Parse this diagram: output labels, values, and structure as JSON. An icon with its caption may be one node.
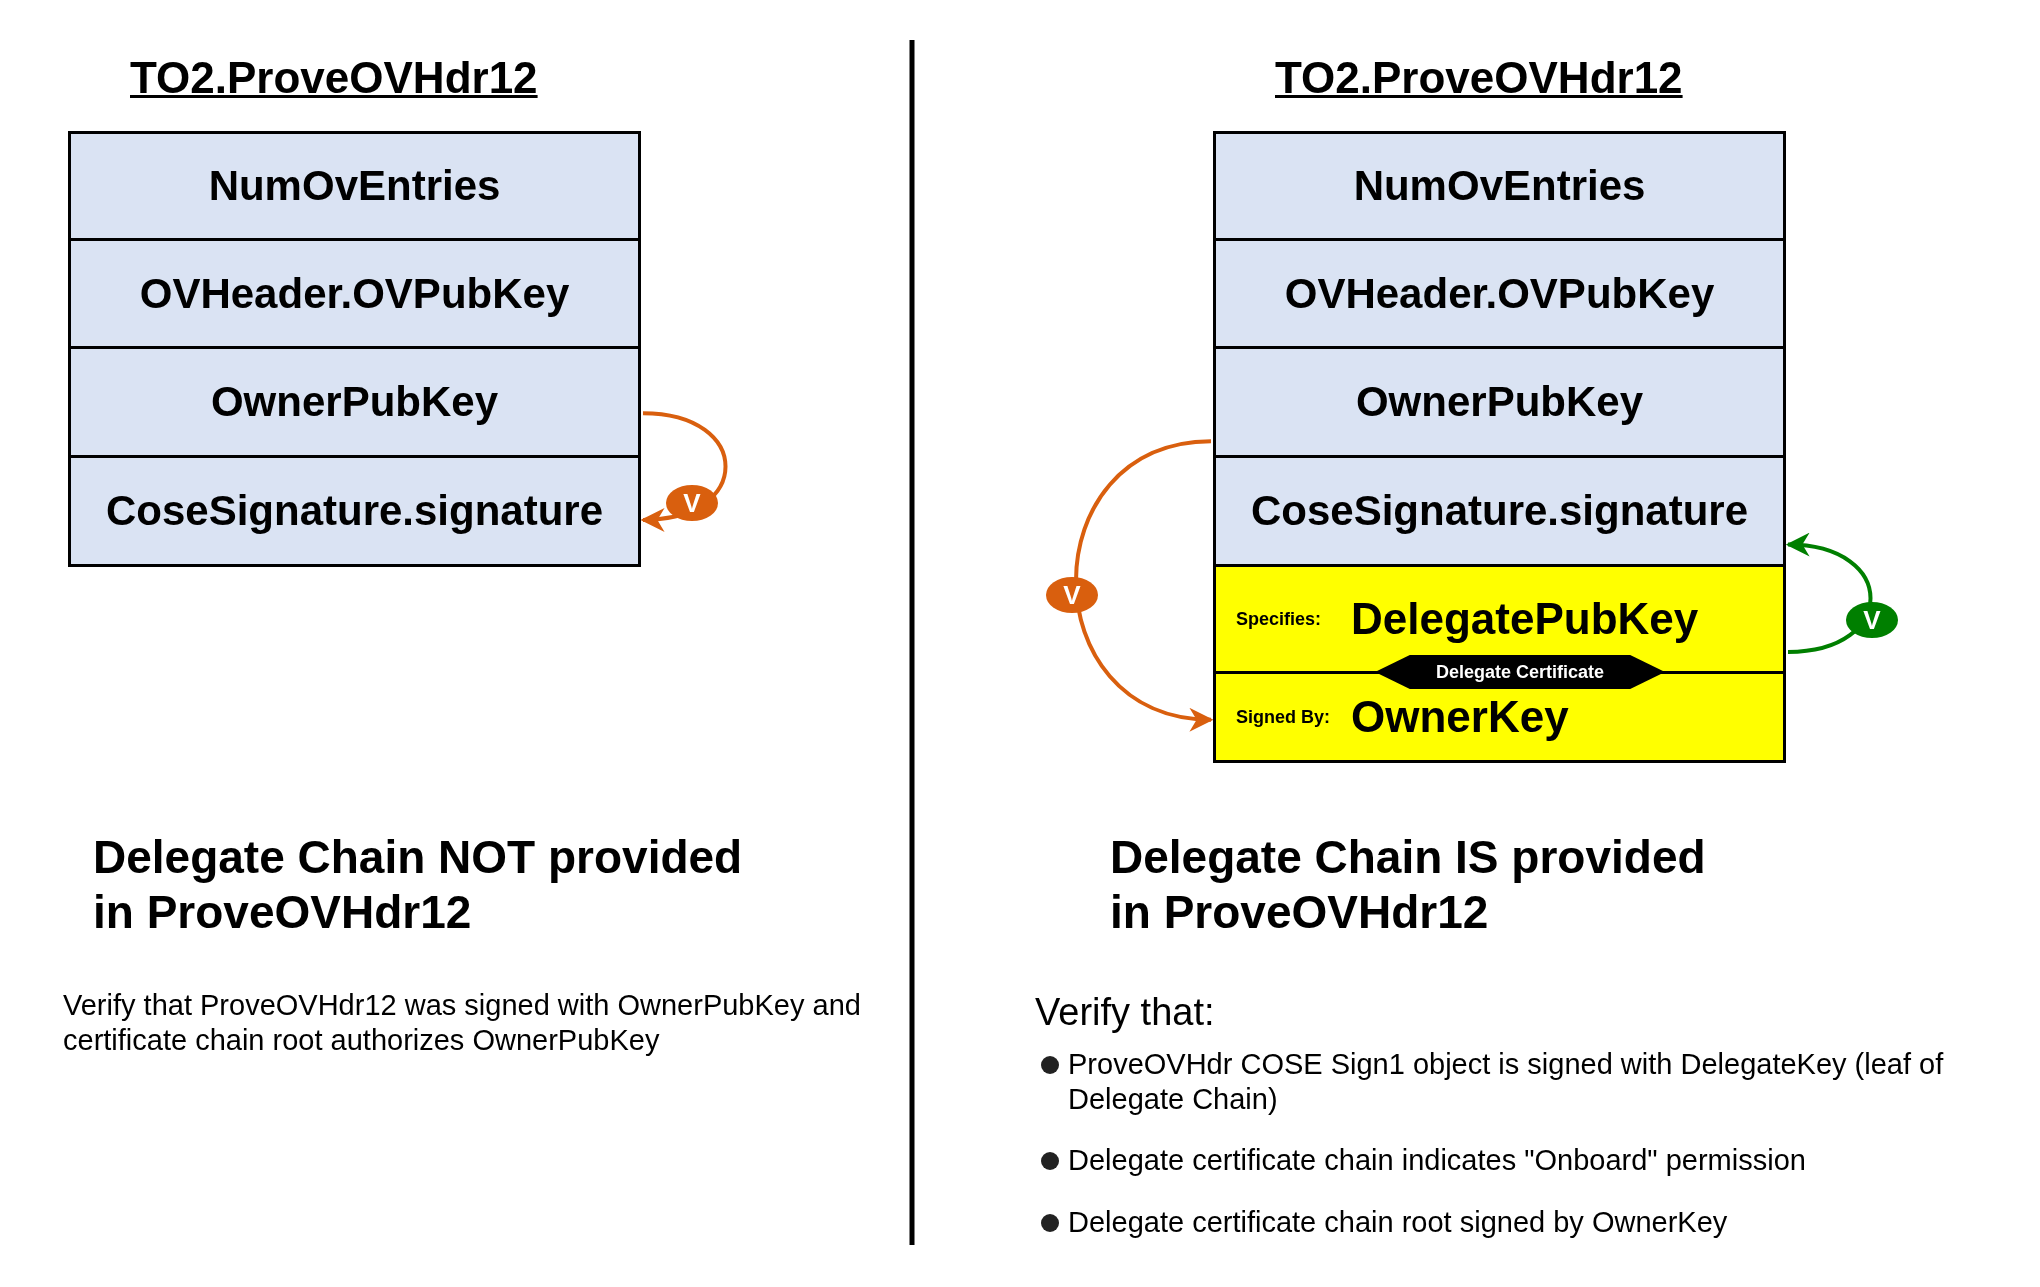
{
  "diagram": {
    "nodes": [
      {
        "text": [
          "NumOvEntries"
        ]
      },
      {
        "text": [
          "OVHeader.OVPubKey"
        ]
      },
      {
        "text": [
          "OwnerPubKey"
        ]
      },
      {
        "text": [
          "CoseSignature.signature"
        ]
      },
      {
        "text": [
          "NumOvEntries"
        ]
      },
      {
        "text": [
          "OVHeader.OVPubKey"
        ]
      },
      {
        "text": [
          "OwnerPubKey"
        ]
      },
      {
        "text": [
          "CoseSignature.signature"
        ]
      },
      {
        "text": [
          "Specifies:",
          "DelegatePubKey"
        ]
      },
      {
        "text": [
          "Signed By:",
          "OwnerKey"
        ]
      },
      {
        "text": [
          "Delegate Certificate"
        ]
      }
    ],
    "edges": [
      {
        "from": 2,
        "to": 3,
        "arrow": "to",
        "label": "V",
        "color": "#d95f0e"
      },
      {
        "from": 6,
        "to": 9,
        "arrow": "to",
        "label": "V",
        "color": "#d95f0e"
      },
      {
        "from": 8,
        "to": 7,
        "arrow": "to",
        "label": "V",
        "color": "#007f00"
      }
    ],
    "labels": [
      "TO2.ProveOVHdr12",
      "TO2.ProveOVHdr12",
      "Delegate Chain NOT provided in ProveOVHdr12",
      "Delegate Chain IS provided in ProveOVHdr12",
      "Verify that ProveOVHdr12 was signed with OwnerPubKey and certificate chain root authorizes OwnerPubKey",
      "Verify that:",
      "ProveOVHdr COSE Sign1 object is signed with DelegateKey (leaf of Delegate Chain)",
      "Delegate certificate chain indicates \"Onboard\" permission",
      "Delegate certificate chain root signed by OwnerKey"
    ]
  }
}
